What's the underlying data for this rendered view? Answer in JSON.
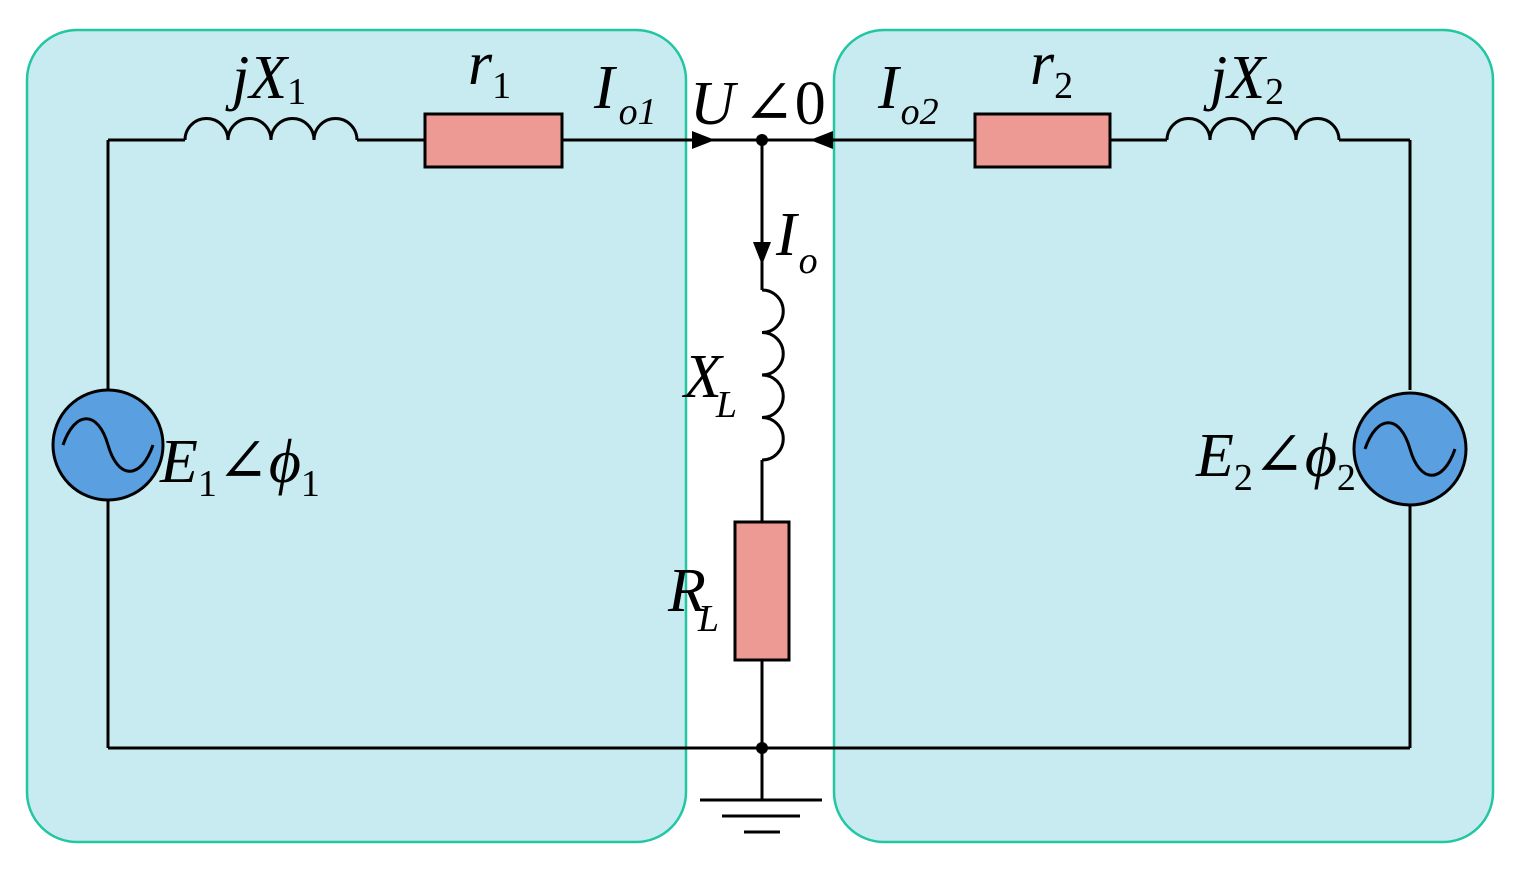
{
  "colors": {
    "panel_fill": "#c7ebf1",
    "panel_stroke": "#22c6a0",
    "resistor_fill": "#ee9a94",
    "source_fill": "#5a9fe0",
    "wire": "#000000"
  },
  "icons": {
    "source": "ac-voltage-source-icon",
    "ground": "ground-icon",
    "inductor": "inductor-icon",
    "resistor": "resistor-icon"
  },
  "labels": {
    "jx1": {
      "main": "jX",
      "sub": "1"
    },
    "r1": {
      "main": "r",
      "sub": "1"
    },
    "io1": {
      "main": "I",
      "sub": "o1"
    },
    "u_node": {
      "main": "U",
      "angle": "∠",
      "zero": "0"
    },
    "io2": {
      "main": "I",
      "sub": "o2"
    },
    "r2": {
      "main": "r",
      "sub": "2"
    },
    "jx2": {
      "main": "jX",
      "sub": "2"
    },
    "io": {
      "main": "I",
      "sub": "o"
    },
    "xl": {
      "main": "X",
      "sub": "L"
    },
    "rl": {
      "main": "R",
      "sub": "L"
    },
    "e1": {
      "main": "E",
      "sub1": "1",
      "angle": "∠",
      "phi": "ϕ",
      "sub2": "1"
    },
    "e2": {
      "main": "E",
      "sub1": "2",
      "angle": "∠",
      "phi": "ϕ",
      "sub2": "2"
    }
  }
}
